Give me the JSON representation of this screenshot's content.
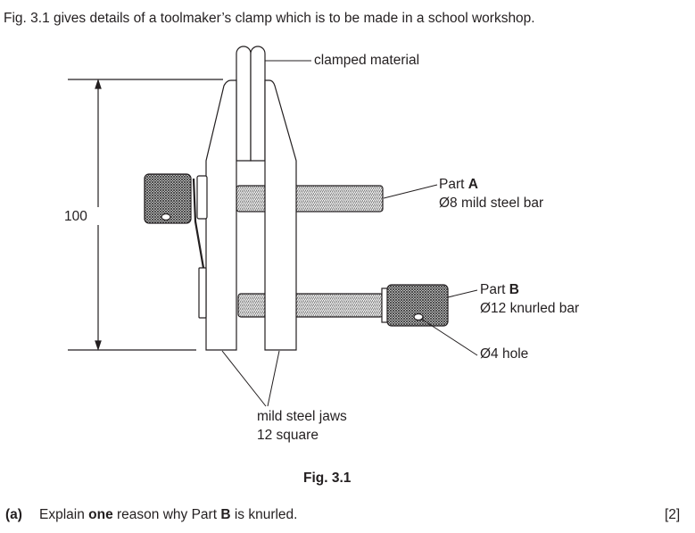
{
  "intro": "Fig. 3.1 gives details of a toolmaker’s clamp which is to be made in a school workshop.",
  "figure": {
    "labels": {
      "clamped_material": "clamped material",
      "dimension_height": "100",
      "part_a_prefix": "Part ",
      "part_a_letter": "A",
      "part_a_desc": "Ø8 mild steel bar",
      "part_b_prefix": "Part ",
      "part_b_letter": "B",
      "part_b_desc": "Ø12 knurled bar",
      "hole": "Ø4 hole",
      "jaws_line1": "mild steel jaws",
      "jaws_line2": "12 square"
    },
    "caption": "Fig. 3.1"
  },
  "question": {
    "number": "(a)",
    "text_before": "Explain ",
    "text_bold": "one",
    "text_middle": " reason why Part ",
    "text_part": "B",
    "text_after": " is knurled.",
    "marks": "[2]"
  }
}
